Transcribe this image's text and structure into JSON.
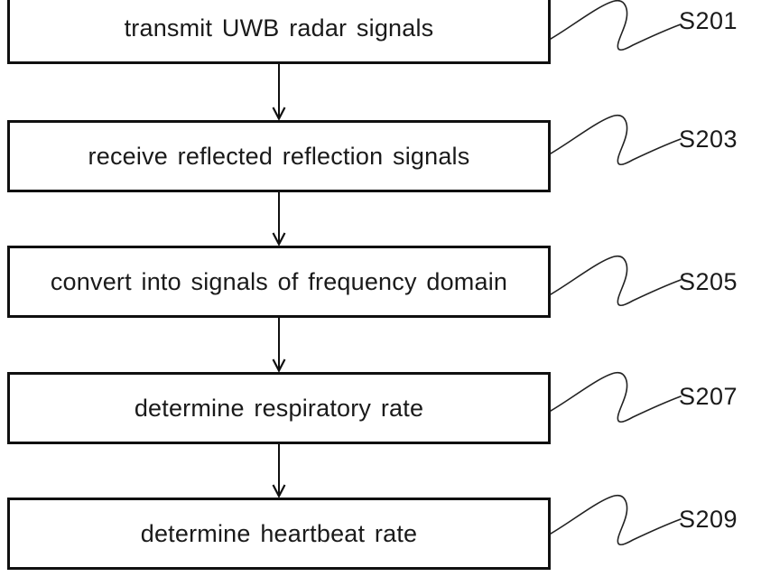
{
  "figure": {
    "type": "flowchart",
    "orientation": "vertical",
    "colors": {
      "line": "#101010",
      "text": "#1a1a1a",
      "background": "#ffffff"
    },
    "steps": [
      {
        "label": "transmit UWB radar signals",
        "ref": "S201"
      },
      {
        "label": "receive reflected reflection signals",
        "ref": "S203"
      },
      {
        "label": "convert into signals of frequency domain",
        "ref": "S205"
      },
      {
        "label": "determine respiratory rate",
        "ref": "S207"
      },
      {
        "label": "determine heartbeat rate",
        "ref": "S209"
      }
    ]
  }
}
